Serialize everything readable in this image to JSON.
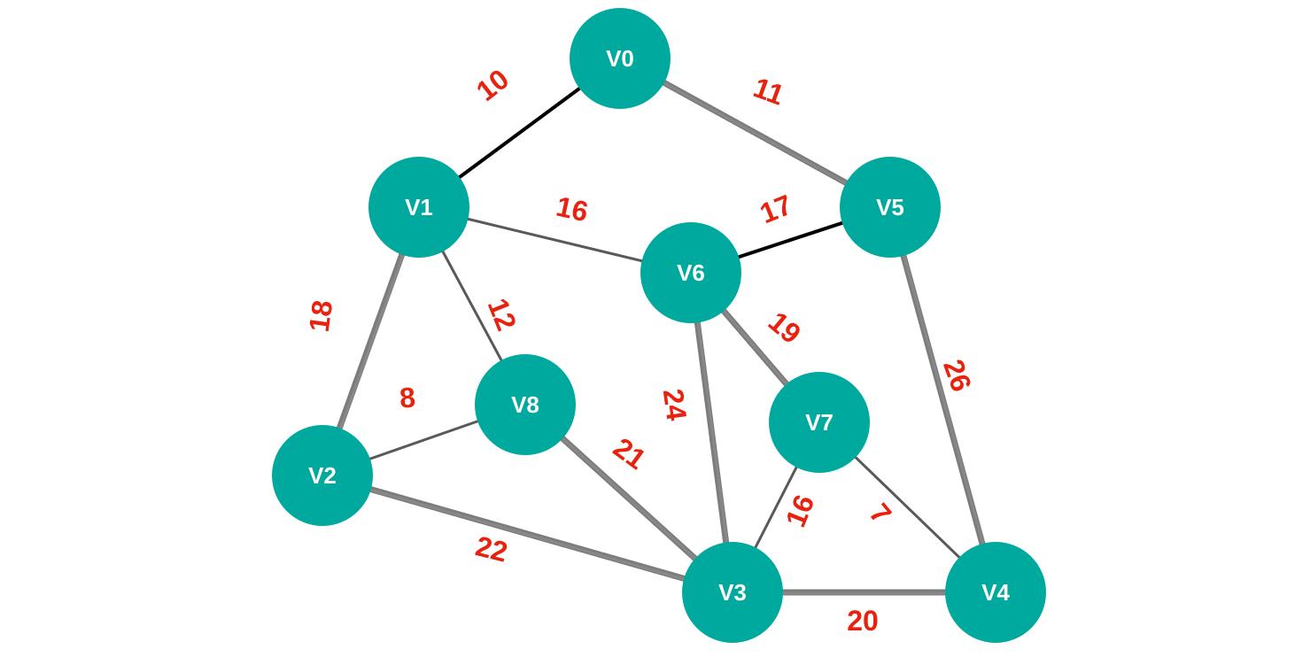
{
  "graph": {
    "colors": {
      "node_fill": "#00a99d",
      "node_text": "#ffffff",
      "weight_text": "#e8220e",
      "edge_black": "#000000",
      "edge_gray": "#595959",
      "edge_rough": "#666666"
    },
    "nodes": [
      {
        "id": "V0",
        "label": "V0"
      },
      {
        "id": "V1",
        "label": "V1"
      },
      {
        "id": "V2",
        "label": "V2"
      },
      {
        "id": "V3",
        "label": "V3"
      },
      {
        "id": "V4",
        "label": "V4"
      },
      {
        "id": "V5",
        "label": "V5"
      },
      {
        "id": "V6",
        "label": "V6"
      },
      {
        "id": "V7",
        "label": "V7"
      },
      {
        "id": "V8",
        "label": "V8"
      }
    ],
    "edges": [
      {
        "from": "V0",
        "to": "V1",
        "weight": "10",
        "style": "black"
      },
      {
        "from": "V0",
        "to": "V5",
        "weight": "11",
        "style": "rough"
      },
      {
        "from": "V1",
        "to": "V6",
        "weight": "16",
        "style": "gray"
      },
      {
        "from": "V6",
        "to": "V5",
        "weight": "17",
        "style": "black"
      },
      {
        "from": "V1",
        "to": "V2",
        "weight": "18",
        "style": "rough"
      },
      {
        "from": "V1",
        "to": "V8",
        "weight": "12",
        "style": "gray"
      },
      {
        "from": "V8",
        "to": "V2",
        "weight": "8",
        "style": "gray"
      },
      {
        "from": "V6",
        "to": "V7",
        "weight": "19",
        "style": "rough"
      },
      {
        "from": "V6",
        "to": "V3",
        "weight": "24",
        "style": "rough"
      },
      {
        "from": "V8",
        "to": "V3",
        "weight": "21",
        "style": "rough"
      },
      {
        "from": "V5",
        "to": "V4",
        "weight": "26",
        "style": "rough"
      },
      {
        "from": "V2",
        "to": "V3",
        "weight": "22",
        "style": "rough"
      },
      {
        "from": "V7",
        "to": "V3",
        "weight": "16",
        "style": "gray"
      },
      {
        "from": "V7",
        "to": "V4",
        "weight": "7",
        "style": "gray"
      },
      {
        "from": "V3",
        "to": "V4",
        "weight": "20",
        "style": "rough"
      }
    ]
  }
}
